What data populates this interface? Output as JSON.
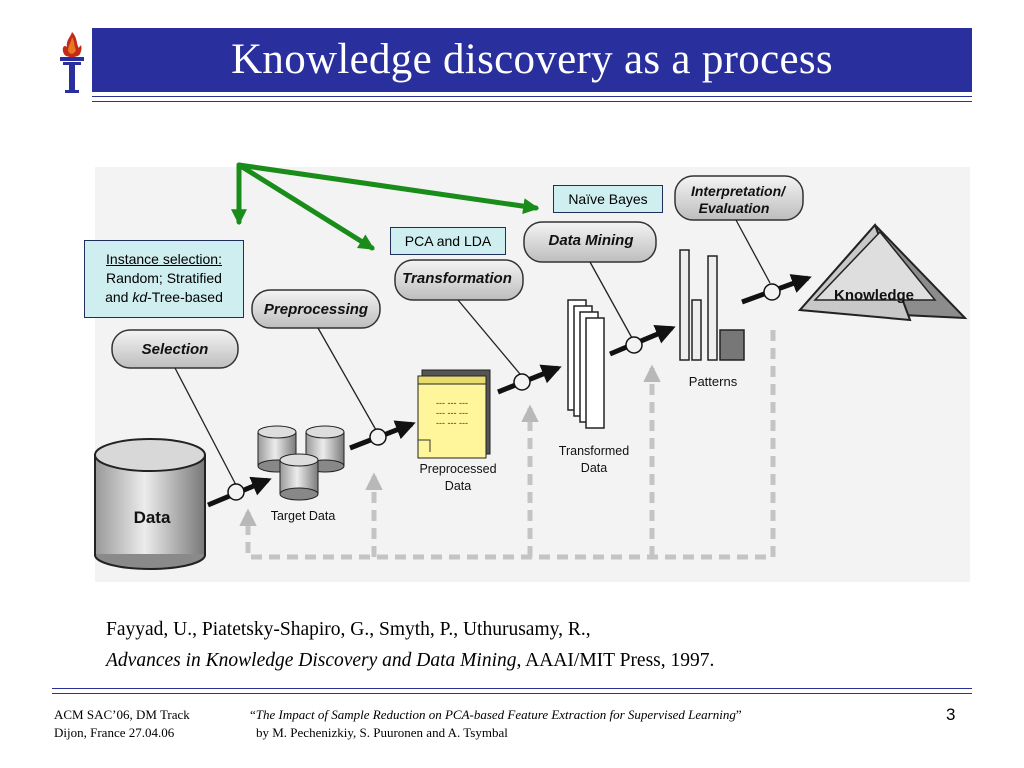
{
  "header": {
    "title": "Knowledge discovery as a process"
  },
  "diagram": {
    "stages": [
      "Selection",
      "Preprocessing",
      "Transformation",
      "Data Mining",
      "Interpretation/",
      "Evaluation"
    ],
    "nodes": {
      "data": "Data",
      "target_data": "Target Data",
      "preprocessed_line1": "Preprocessed",
      "preprocessed_line2": "Data",
      "transformed_line1": "Transformed",
      "transformed_line2": "Data",
      "patterns": "Patterns",
      "knowledge": "Knowledge",
      "doc_lines": [
        "--- --- ---",
        "--- --- ---",
        "--- --- ---"
      ]
    },
    "callouts": {
      "instance_line1": "Instance selection:",
      "instance_line2": "Random; Stratified",
      "instance_line3_a": "and ",
      "instance_line3_em": "kd",
      "instance_line3_b": "-Tree-based",
      "pca": "PCA and LDA",
      "nb": "Naïve Bayes"
    },
    "colors": {
      "green_arrow": "#1a8c1a",
      "title_bar": "#2a2f9e",
      "callout_fill": "#cfeef0"
    }
  },
  "citation": {
    "line1": "Fayyad, U., Piatetsky-Shapiro, G., Smyth, P., Uthurusamy, R.,",
    "line2_title": "Advances in Knowledge Discovery and Data Mining",
    "line2_rest": ", AAAI/MIT Press, 1997."
  },
  "footer": {
    "left_line1": "ACM SAC’06, DM Track",
    "left_line2": "Dijon, France 27.04.06",
    "center_quote_open": "“",
    "center_title": "The Impact of Sample Reduction on PCA-based Feature Extraction for Supervised Learning",
    "center_quote_close": "”",
    "center_line2": "by M. Pechenizkiy, S. Puuronen and A. Tsymbal",
    "page_number": "3"
  }
}
